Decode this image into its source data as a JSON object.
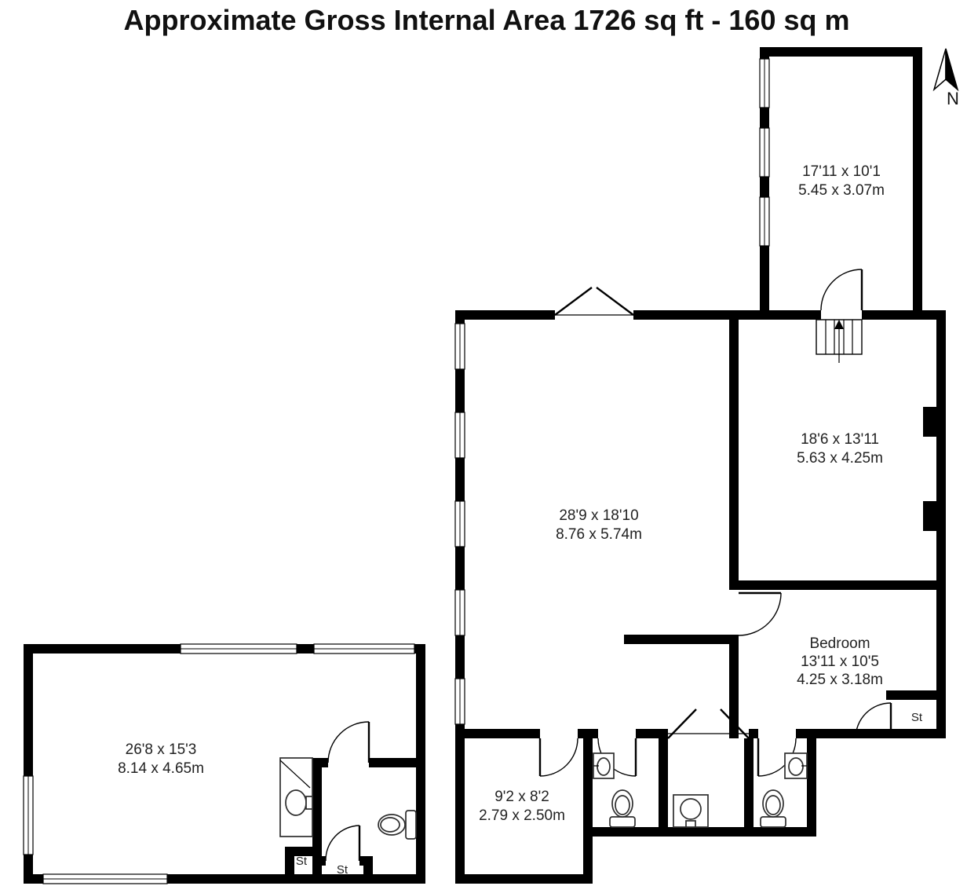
{
  "title": "Approximate Gross Internal Area 1726 sq ft - 160 sq m",
  "compass": {
    "label": "N"
  },
  "rooms": {
    "top_right_room": {
      "dims_ft": "17'11 x 10'1",
      "dims_m": "5.45 x 3.07m"
    },
    "middle_right_room": {
      "dims_ft": "18'6 x 13'11",
      "dims_m": "5.63 x 4.25m"
    },
    "main_room": {
      "dims_ft": "28'9 x 18'10",
      "dims_m": "8.76 x 5.74m"
    },
    "bedroom": {
      "name": "Bedroom",
      "dims_ft": "13'11 x 10'5",
      "dims_m": "4.25 x 3.18m"
    },
    "bottom_left_room": {
      "dims_ft": "26'8 x 15'3",
      "dims_m": "8.14 x 4.65m"
    },
    "bottom_middle_room": {
      "dims_ft": "9'2 x 8'2",
      "dims_m": "2.79 x 2.50m"
    }
  },
  "storage_labels": {
    "bedroom_closet": "St",
    "left_closet_a": "St",
    "left_closet_b": "St"
  },
  "colors": {
    "wall": "#000000",
    "label_text": "#222222"
  }
}
